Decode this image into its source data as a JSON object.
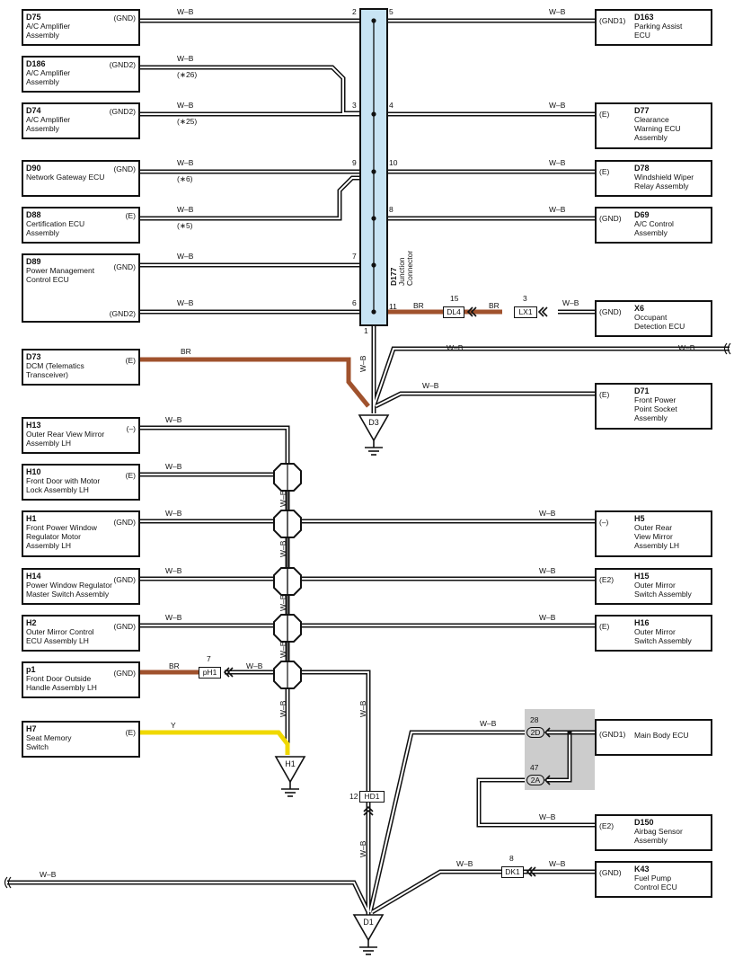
{
  "wire_colors": {
    "W-B": "#ffffff",
    "BR": "#a0522d",
    "Y": "#f0d800",
    "junction": "#c8e4f4",
    "shade": "#cccccc"
  },
  "labels": {
    "wb": "W–B",
    "br": "BR",
    "y": "Y"
  },
  "left_components": [
    {
      "code": "D75",
      "name": "A/C Amplifier\nAssembly",
      "term": "(GND)"
    },
    {
      "code": "D186",
      "name": "A/C Amplifier\nAssembly",
      "term": "(GND2)"
    },
    {
      "code": "D74",
      "name": "A/C Amplifier\nAssembly",
      "term": "(GND2)"
    },
    {
      "code": "D90",
      "name": "Network Gateway ECU",
      "term": "(GND)"
    },
    {
      "code": "D88",
      "name": "Certification ECU\nAssembly",
      "term": "(E)"
    },
    {
      "code": "D89",
      "name": "Power Management\nControl ECU",
      "term": "(GND)",
      "term2": "(GND2)"
    },
    {
      "code": "D73",
      "name": "DCM (Telematics\nTransceiver)",
      "term": "(E)"
    },
    {
      "code": "H13",
      "name": "Outer Rear View Mirror\nAssembly LH",
      "term": "(–)"
    },
    {
      "code": "H10",
      "name": "Front Door with Motor\nLock Assembly LH",
      "term": "(E)"
    },
    {
      "code": "H1",
      "name": "Front Power Window\nRegulator Motor\nAssembly LH",
      "term": "(GND)"
    },
    {
      "code": "H14",
      "name": "Power Window Regulator\nMaster Switch Assembly",
      "term": "(GND)"
    },
    {
      "code": "H2",
      "name": "Outer Mirror Control\nECU Assembly LH",
      "term": "(GND)"
    },
    {
      "code": "p1",
      "name": "Front Door Outside\nHandle Assembly LH",
      "term": "(GND)"
    },
    {
      "code": "H7",
      "name": "Seat Memory\nSwitch",
      "term": "(E)"
    }
  ],
  "right_components": [
    {
      "code": "D163",
      "name": "Parking Assist\nECU",
      "term": "(GND1)"
    },
    {
      "code": "D77",
      "name": "Clearance\nWarning ECU\nAssembly",
      "term": "(E)"
    },
    {
      "code": "D78",
      "name": "Windshield Wiper\nRelay Assembly",
      "term": "(E)"
    },
    {
      "code": "D69",
      "name": "A/C Control\nAssembly",
      "term": "(GND)"
    },
    {
      "code": "X6",
      "name": "Occupant\nDetection ECU",
      "term": "(GND)"
    },
    {
      "code": "D71",
      "name": "Front Power\nPoint Socket\nAssembly",
      "term": "(E)"
    },
    {
      "code": "H5",
      "name": "Outer Rear\nView Mirror\nAssembly LH",
      "term": "(–)"
    },
    {
      "code": "H15",
      "name": "Outer Mirror\nSwitch Assembly",
      "term": "(E2)"
    },
    {
      "code": "H16",
      "name": "Outer Mirror\nSwitch Assembly",
      "term": "(E)"
    },
    {
      "code": "",
      "name": "Main Body ECU",
      "term": "(GND1)"
    },
    {
      "code": "D150",
      "name": "Airbag Sensor\nAssembly",
      "term": "(E2)"
    },
    {
      "code": "K43",
      "name": "Fuel Pump\nControl ECU",
      "term": "(GND)"
    }
  ],
  "junction": {
    "code": "D177",
    "name": "Junction\nConnector"
  },
  "pins": {
    "p2": "2",
    "p5": "5",
    "p3": "3",
    "p4": "4",
    "p9": "9",
    "p10": "10",
    "p8": "8",
    "p7": "7",
    "p6": "6",
    "p11": "11",
    "p1": "1"
  },
  "notes": {
    "n26": "(∗26)",
    "n25": "(∗25)",
    "n6": "(∗6)",
    "n5": "(∗5)"
  },
  "connectors": [
    {
      "name": "DL4",
      "pin": "15"
    },
    {
      "name": "LX1",
      "pin": "3"
    },
    {
      "name": "pH1",
      "pin": "7"
    },
    {
      "name": "HD1",
      "pin": "12"
    },
    {
      "name": "DK1",
      "pin": "8"
    },
    {
      "name": "2D",
      "pin": "28"
    },
    {
      "name": "2A",
      "pin": "47"
    }
  ],
  "grounds": {
    "d3": "D3",
    "h1": "H1",
    "d1": "D1"
  }
}
